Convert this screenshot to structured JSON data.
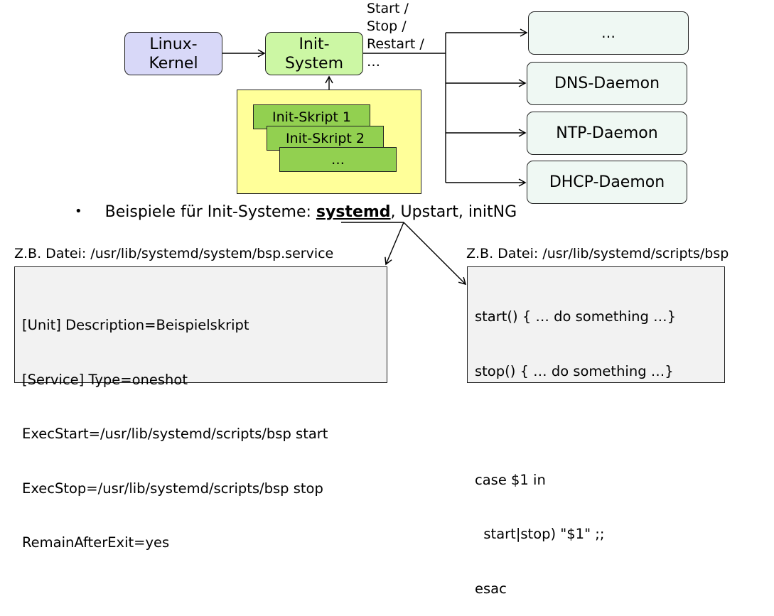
{
  "diagram": {
    "linux_kernel": {
      "line1": "Linux-",
      "line2": "Kernel"
    },
    "init_system": {
      "line1": "Init-",
      "line2": "System"
    },
    "control_label": [
      "Start /",
      "Stop /",
      "Restart /",
      "…"
    ],
    "scripts": [
      "Init-Skript 1",
      "Init-Skript 2",
      "…"
    ],
    "daemons": [
      "…",
      "DNS-Daemon",
      "NTP-Daemon",
      "DHCP-Daemon"
    ]
  },
  "bullet": {
    "symbol": "•",
    "prefix": "Beispiele für Init-Systeme: ",
    "highlight": "systemd",
    "suffix": ", Upstart, initNG"
  },
  "service_file": {
    "label": "Z.B. Datei: /usr/lib/systemd/system/bsp.service",
    "lines": [
      "[Unit] Description=Beispielskript",
      "[Service] Type=oneshot",
      "ExecStart=/usr/lib/systemd/scripts/bsp start",
      "ExecStop=/usr/lib/systemd/scripts/bsp stop",
      "RemainAfterExit=yes"
    ]
  },
  "script_file": {
    "label": "Z.B. Datei: /usr/lib/systemd/scripts/bsp",
    "lines": [
      "start() { … do something …}",
      "stop() { … do something …}",
      "",
      "case $1 in",
      "  start|stop) \"$1\" ;;",
      "esac"
    ]
  }
}
